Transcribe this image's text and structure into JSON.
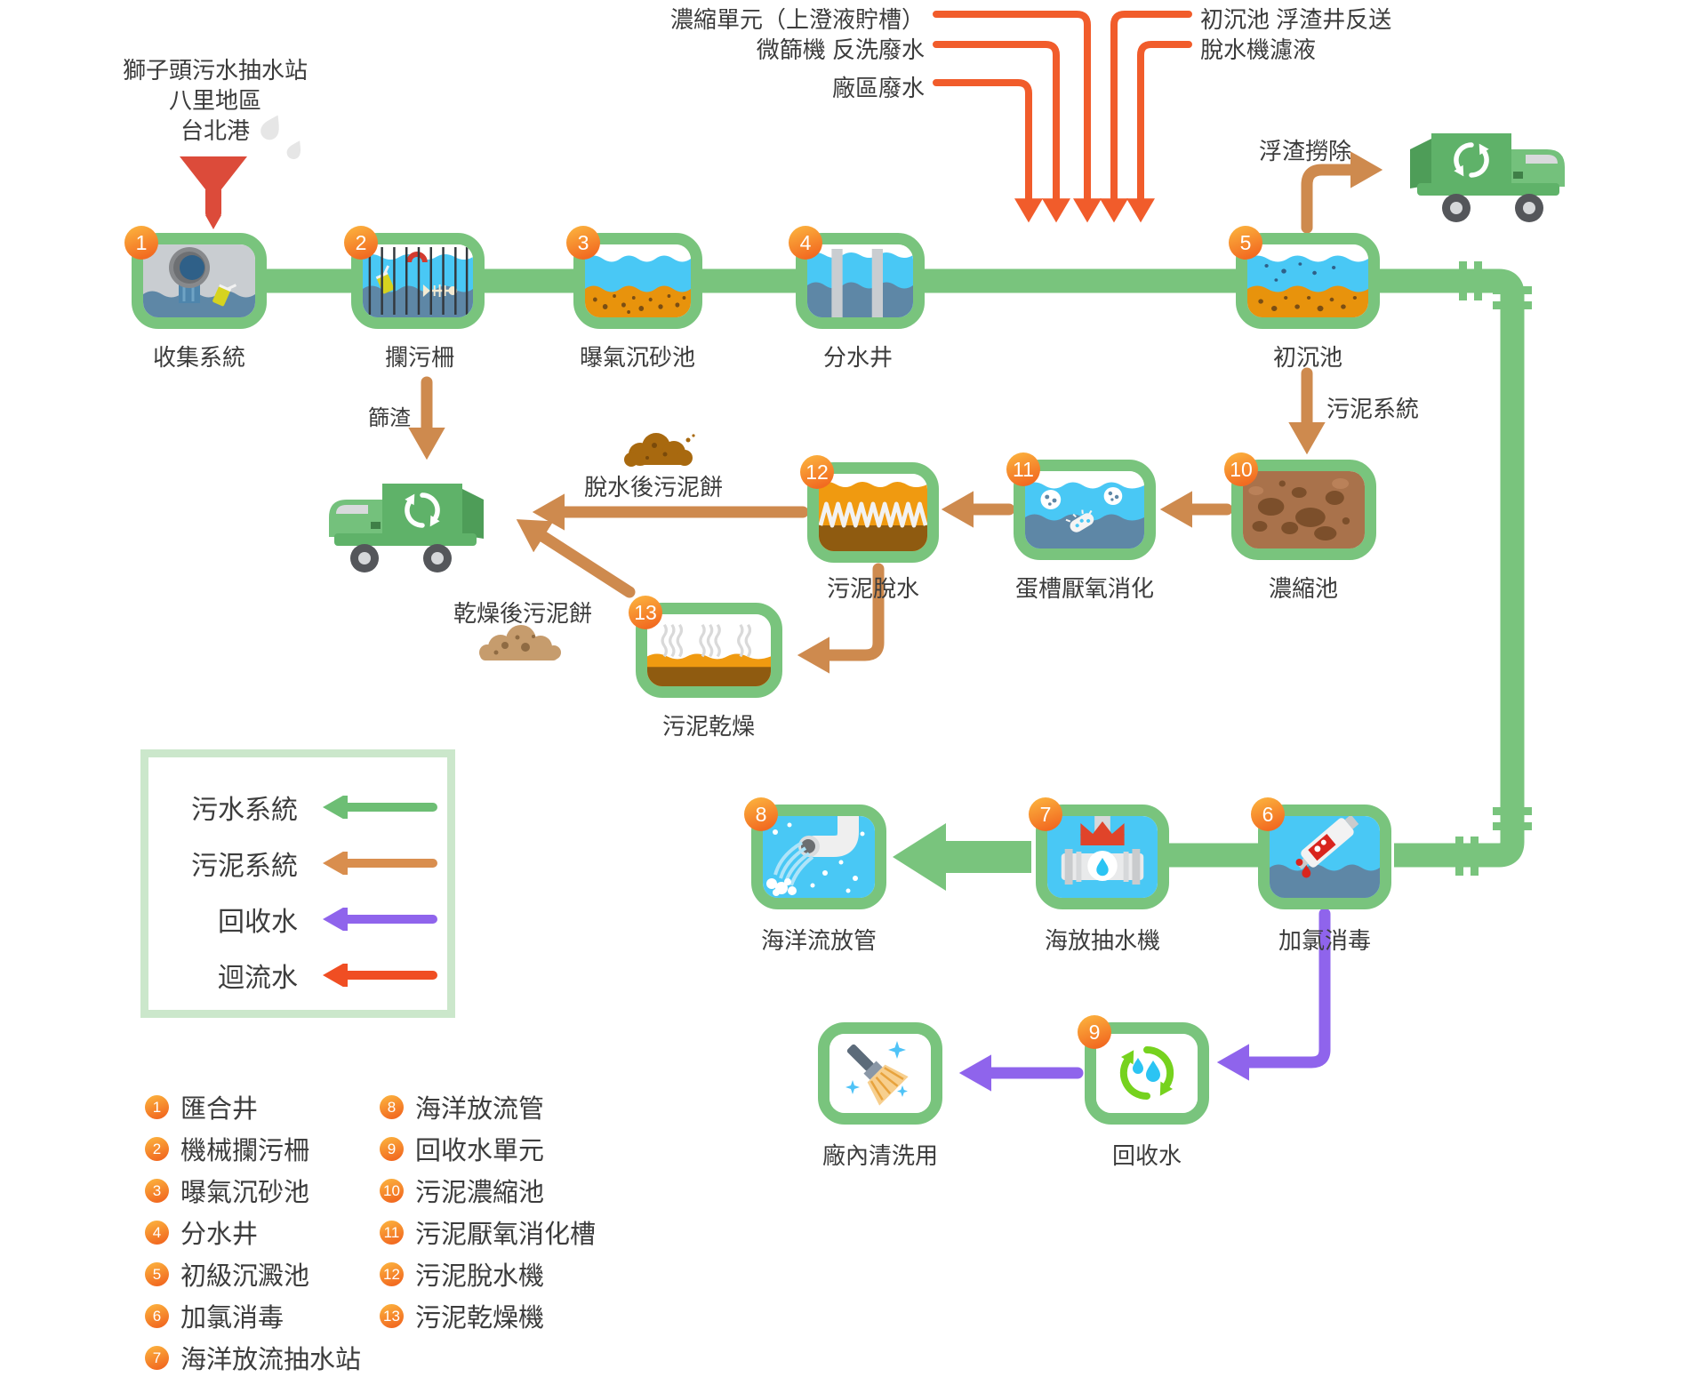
{
  "source": {
    "lines": [
      "獅子頭污水抽水站",
      "八里地區",
      "台北港"
    ]
  },
  "return_flows": {
    "left": [
      "濃縮單元（上澄液貯槽）",
      "微篩機 反洗廢水",
      "廠區廢水"
    ],
    "right": [
      "初沉池 浮渣井反送",
      "脫水機濾液"
    ]
  },
  "annotations": {
    "scum_removal": "浮渣撈除",
    "sludge_system": "污泥系統",
    "screenings": "篩渣",
    "dewatered_cake": "脫水後污泥餅",
    "dried_cake": "乾燥後污泥餅"
  },
  "stages": {
    "collection": {
      "num": "1",
      "label": "收集系統"
    },
    "bar_screen": {
      "num": "2",
      "label": "攔污柵"
    },
    "grit_chamber": {
      "num": "3",
      "label": "曝氣沉砂池"
    },
    "distribution_well": {
      "num": "4",
      "label": "分水井"
    },
    "primary_clarifier": {
      "num": "5",
      "label": "初沉池"
    },
    "chlorination": {
      "num": "6",
      "label": "加氯消毒"
    },
    "ocean_pump": {
      "num": "7",
      "label": "海放抽水機"
    },
    "ocean_outfall": {
      "num": "8",
      "label": "海洋流放管"
    },
    "recycled_water": {
      "num": "9",
      "label": "回收水"
    },
    "thickener": {
      "num": "10",
      "label": "濃縮池"
    },
    "digester": {
      "num": "11",
      "label": "蛋槽厭氧消化"
    },
    "dewatering": {
      "num": "12",
      "label": "污泥脫水"
    },
    "drying": {
      "num": "13",
      "label": "污泥乾燥"
    },
    "plant_cleaning": {
      "label": "廠內清洗用"
    }
  },
  "legend": {
    "items": [
      {
        "label": "污水系統",
        "color": "#6DBE74"
      },
      {
        "label": "污泥系統",
        "color": "#D98E4E"
      },
      {
        "label": "回收水",
        "color": "#8F64EC"
      },
      {
        "label": "迴流水",
        "color": "#F04E23"
      }
    ]
  },
  "index_list": {
    "col1": [
      {
        "num": "1",
        "label": "匯合井"
      },
      {
        "num": "2",
        "label": "機械攔污柵"
      },
      {
        "num": "3",
        "label": "曝氣沉砂池"
      },
      {
        "num": "4",
        "label": "分水井"
      },
      {
        "num": "5",
        "label": "初級沉澱池"
      },
      {
        "num": "6",
        "label": "加氯消毒"
      },
      {
        "num": "7",
        "label": "海洋放流抽水站"
      }
    ],
    "col2": [
      {
        "num": "8",
        "label": "海洋放流管"
      },
      {
        "num": "9",
        "label": "回收水單元"
      },
      {
        "num": "10",
        "label": "污泥濃縮池"
      },
      {
        "num": "11",
        "label": "污泥厭氧消化槽"
      },
      {
        "num": "12",
        "label": "污泥脫水機"
      },
      {
        "num": "13",
        "label": "污泥乾燥機"
      }
    ]
  },
  "colors": {
    "sewage_green": "#79C47D",
    "sludge_brown": "#CE8A4E",
    "recycled_purple": "#8F64EC",
    "return_red": "#F15C2B",
    "badge_orange": "#F26B21"
  }
}
